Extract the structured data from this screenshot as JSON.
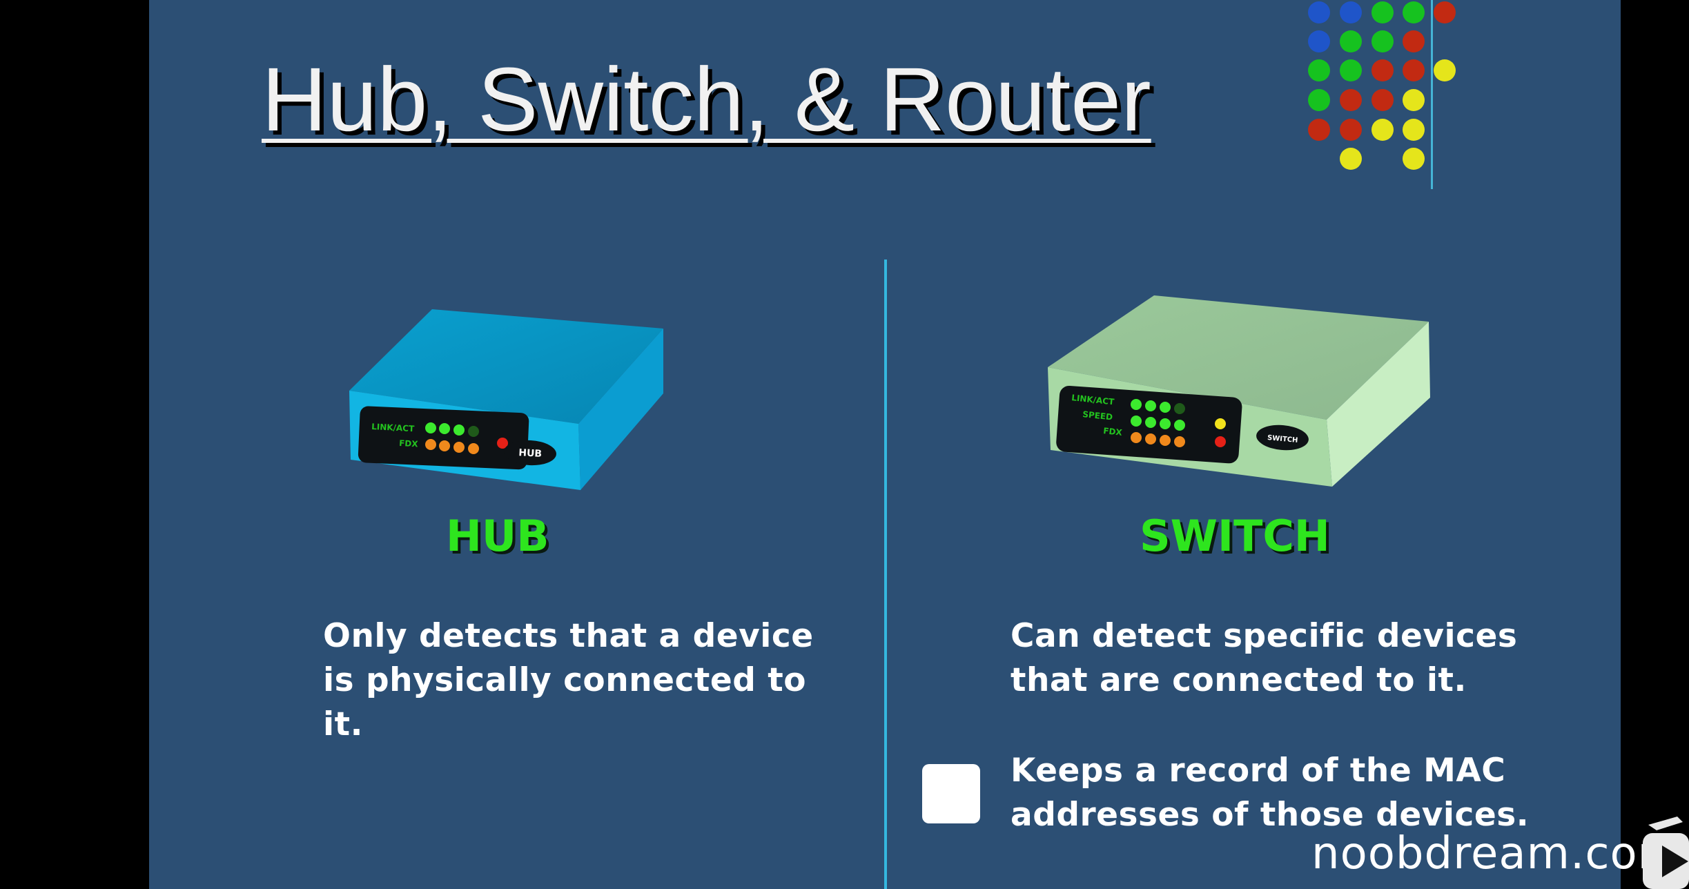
{
  "slide": {
    "title": "Hub, Switch, & Router"
  },
  "hub": {
    "label": "HUB",
    "description": "Only detects that a device is physically connected to it.",
    "panel": {
      "link_act": "LINK/ACT",
      "fdx": "FDX",
      "badge": "HUB"
    }
  },
  "switch": {
    "label": "SWITCH",
    "description": "Can detect specific devices that are connected to it.",
    "description_2": "Keeps a record of the MAC addresses of those devices.",
    "panel": {
      "link_act": "LINK/ACT",
      "speed": "SPEED",
      "fdx": "FDX",
      "badge": "SWITCH"
    }
  },
  "watermark": "noobdream.com",
  "colors": {
    "background": "#2c4f74",
    "title": "#f1f1f1",
    "label_green": "#2ee51e",
    "hub_body": "#0aa8d8",
    "switch_body": "#a8d9a5",
    "divider": "#35b8e0",
    "dot_blue": "#1f55c9",
    "dot_green": "#16c21f",
    "dot_red": "#c22a12",
    "dot_yellow": "#e5e51b"
  },
  "icons": {
    "checkbox": "checkbox-square-icon",
    "play": "play-icon"
  }
}
